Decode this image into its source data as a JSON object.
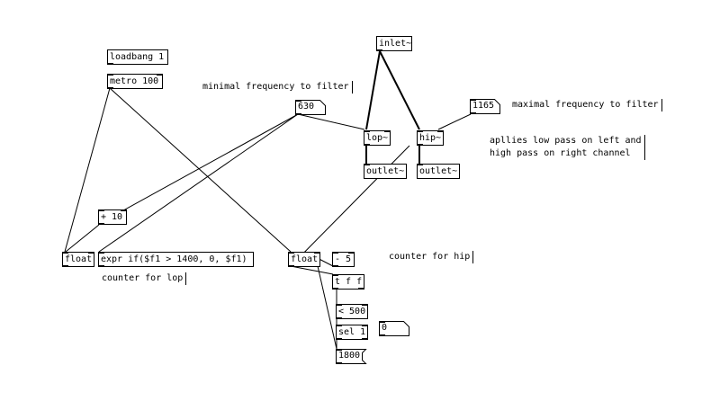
{
  "objects": {
    "loadbang": "loadbang 1",
    "metro": "metro 100",
    "plus": "+ 10",
    "float_left": "float",
    "expr": "expr if($f1 > 1400, 0, $f1)",
    "float_right": "float",
    "minus": "- 5",
    "trigger": "t f f",
    "less": "< 500",
    "sel": "sel 1",
    "inlet": "inlet~",
    "lop": "lop~",
    "hip": "hip~",
    "outlet_left": "outlet~",
    "outlet_right": "outlet~"
  },
  "atoms": {
    "num_630": "630",
    "num_1165": "1165",
    "num_0": "0"
  },
  "messages": {
    "msg_1800": "1800"
  },
  "comments": {
    "minimal": "minimal frequency to filter",
    "maximal": "maximal frequency to filter",
    "applies": "apllies low pass on left and\nhigh pass on right channel",
    "counter_hip": "counter for hip",
    "counter_lop": "counter for lop"
  }
}
